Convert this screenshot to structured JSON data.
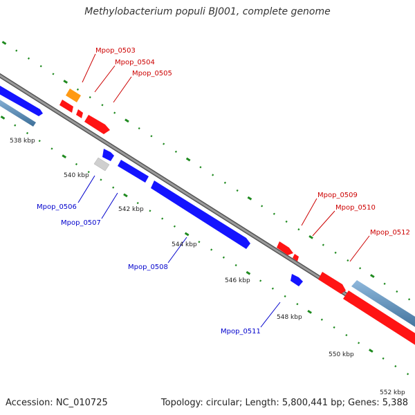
{
  "title": "Methylobacterium populi BJ001, complete genome",
  "accession": "Accession: NC_010725",
  "summary": "Topology: circular; Length: 5,800,441 bp; Genes: 5,388",
  "colors": {
    "backbone": "#7f7f7f",
    "gc_dots": "#1f8a1f",
    "forward_gene": "#ff1010",
    "reverse_gene": "#1010ff",
    "rna_gene": "#ff9010",
    "pseudo_gene": "#c8c8c8",
    "cds_track": "#4682b4",
    "forward_label": "#cc0000",
    "reverse_label": "#0000cc"
  },
  "scale_labels": [
    "538 kbp",
    "540 kbp",
    "542 kbp",
    "544 kbp",
    "546 kbp",
    "548 kbp",
    "550 kbp",
    "552 kbp"
  ],
  "forward_genes": [
    "Mpop_0503",
    "Mpop_0504",
    "Mpop_0505",
    "Mpop_0509",
    "Mpop_0510",
    "Mpop_0512"
  ],
  "reverse_genes": [
    "Mpop_0506",
    "Mpop_0507",
    "Mpop_0508",
    "Mpop_0511"
  ]
}
